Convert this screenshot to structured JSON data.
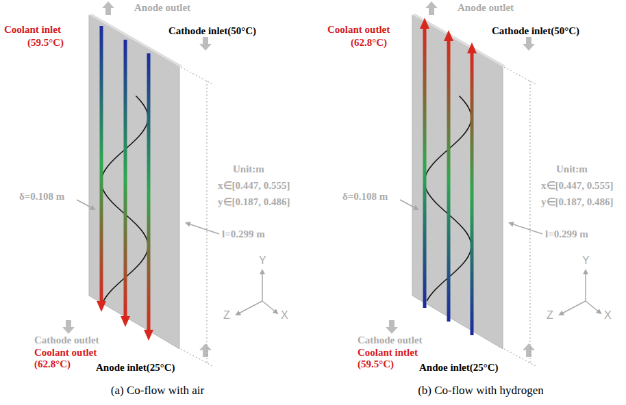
{
  "diagram": {
    "labels": [
      "Anode outlet",
      "Coolant inlet",
      "(59.5°C)",
      "Cathode inlet(50°C)",
      "Unit:m",
      "x∈[0.447, 0.555]",
      "y∈[0.187, 0.486]",
      "δ=0.108 m",
      "l=0.299 m",
      "Y",
      "Z",
      "X",
      "Cathode outlet",
      "Coolant outlet",
      "(62.8°C)",
      "Anode inlet(25°C)",
      "(a) Co-flow with air",
      "Anode outlet",
      "Coolant outlet",
      "(62.8°C)",
      "Cathode inlet(50°C)",
      "Unit:m",
      "x∈[0.447, 0.555]",
      "y∈[0.187, 0.486]",
      "δ=0.108 m",
      "l=0.299 m",
      "Y",
      "Z",
      "X",
      "Cathode outlet",
      "Coolant intlet",
      "(59.5°C)",
      "Andoe inlet(25°C)",
      "(b) Co-flow with hydrogen"
    ]
  }
}
